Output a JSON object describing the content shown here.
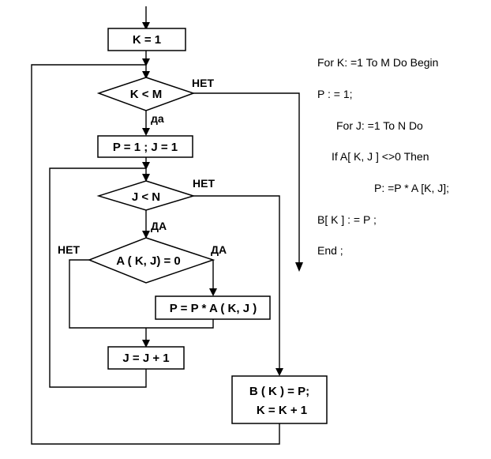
{
  "nodes": {
    "init_k": "K  = 1",
    "cond_k": "K < M",
    "init_pj": "P = 1 ; J = 1",
    "cond_j": "J < N",
    "cond_a": "A ( K, J) = 0",
    "mult": "P = P * A ( K, J )",
    "inc_j": "J = J + 1",
    "store_line1": "B ( K ) = P;",
    "store_line2": "K = K + 1"
  },
  "labels": {
    "k_no": "НЕТ",
    "k_yes": "да",
    "j_no": "НЕТ",
    "j_yes": "ДА",
    "a_no": "НЕТ",
    "a_yes": "ДА"
  },
  "code": [
    "For  K: =1  To  M  Do  Begin",
    "P : = 1;",
    "For  J: =1 To   N    Do",
    "If A[ K, J ] <>0 Then",
    "P: =P * A [K, J];",
    "B[ K ] : = P ;",
    "End ;"
  ],
  "colors": {
    "stroke": "#000000",
    "background": "#ffffff"
  }
}
